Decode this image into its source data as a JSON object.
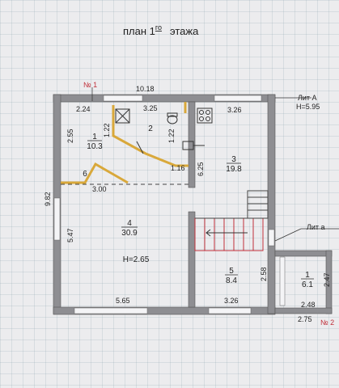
{
  "title": {
    "main": "план 1",
    "superscript": "го",
    "suffix": "этажа"
  },
  "markers": {
    "n1": "№ 1",
    "n2": "№ 2"
  },
  "lit_a_main": {
    "name": "Лит А",
    "height": "H=5.95"
  },
  "lit_a_annex": {
    "name": "Лит а"
  },
  "dimensions": {
    "top_total": "10.18",
    "top_left": "2.24",
    "top_mid": "3.25",
    "top_right": "3.26",
    "left_upper": "2.55",
    "left_total": "9.82",
    "left_lower": "5.47",
    "bottom_left": "5.65",
    "bottom_right": "3.26",
    "inner_122a": "1.22",
    "inner_122b": "1.22",
    "inner_116": "1.16",
    "inner_625": "6.25",
    "inner_300": "3.00",
    "inner_258": "2.58",
    "annex_h": "2.47",
    "annex_w_inner": "2.48",
    "annex_w_outer": "2.75"
  },
  "rooms": [
    {
      "num": "1",
      "area": "10.3"
    },
    {
      "num": "2",
      "area": ""
    },
    {
      "num": "3",
      "area": "19.8"
    },
    {
      "num": "4",
      "area": "30.9"
    },
    {
      "num": "5",
      "area": "8.4"
    },
    {
      "num": "6",
      "area": ""
    },
    {
      "num": "1",
      "area": "6.1"
    }
  ],
  "ceiling_height": "H=2.65",
  "colors": {
    "wall": "#8e8e92",
    "partition": "#d9a83a",
    "stair": "#c0303a",
    "marker": "#c0303a"
  },
  "icons": [
    "stove-icon",
    "toilet-icon",
    "cooktop-icon",
    "sink-icon",
    "staircase-icon"
  ]
}
